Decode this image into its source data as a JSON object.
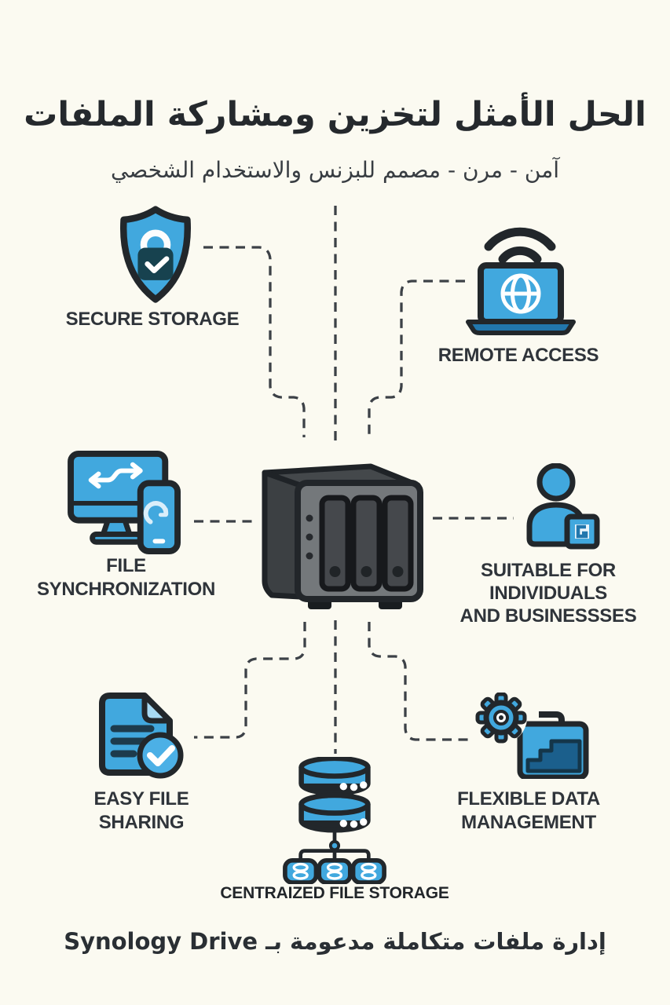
{
  "header": {
    "title": "الحل الأمثل لتخزين ومشاركة الملفات",
    "subtitle": "آمن - مرن - مصمم للبزنس والاستخدام الشخصي"
  },
  "features": {
    "secure_storage": {
      "label": "SECURE STORAGE",
      "icon": "shield-lock-icon"
    },
    "remote_access": {
      "label": "REMOTE ACCESS",
      "icon": "laptop-globe-wifi-icon"
    },
    "file_sync": {
      "label": "FILE\nSYNCHRONIZATION",
      "icon": "monitor-phone-sync-icon"
    },
    "suitable": {
      "label": "SUITABLE FOR\nINDIVIDUALS\nAND BUSINESSSES",
      "icon": "user-badge-icon"
    },
    "easy_sharing": {
      "label": "EASY FILE\nSHARING",
      "icon": "document-check-icon"
    },
    "flexible_mgmt": {
      "label": "FLEXIBLE DATA\nMANAGEMENT",
      "icon": "gear-folder-icon"
    }
  },
  "center": {
    "device": "synology-nas-3bay",
    "storage_label": "CENTRAIZED FILE STORAGE",
    "storage_icon": "database-cluster-icon"
  },
  "footer": {
    "text": "إدارة ملفات متكاملة مدعومة بـ Synology Drive"
  },
  "colors": {
    "background": "#fbfaf1",
    "accent_blue": "#41a8de",
    "accent_blue_dark": "#2277ad",
    "outline_dark": "#22272b",
    "label_text": "#2f343a",
    "connector": "#3c4147"
  }
}
